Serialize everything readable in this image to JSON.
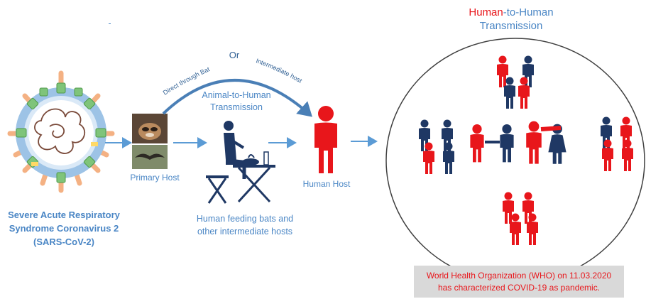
{
  "virus": {
    "line1": "Severe Acute Respiratory",
    "line2": "Syndrome Coronavirus 2",
    "line3": "(SARS-CoV-2)"
  },
  "primary_host": {
    "label": "Primary Host"
  },
  "route": {
    "direct": "Direct through Bat",
    "or": "Or",
    "intermediate": "Intermediate host"
  },
  "animal_to_human": {
    "line1": "Animal-to-Human",
    "line2": "Transmission"
  },
  "feeding": {
    "line1": "Human feeding bats and",
    "line2": "other intermediate hosts"
  },
  "human_host": {
    "label": "Human Host"
  },
  "human_to_human": {
    "word1": "Human",
    "rest": "-to-Human",
    "line2": "Transmission"
  },
  "who_note": {
    "line1": "World Health Organization (WHO) on 11.03.2020",
    "line2": "has characterized COVID-19 as pandemic."
  },
  "colors": {
    "text_blue": "#4a86c5",
    "arrow_blue": "#5b9bd5",
    "human_red": "#e8161b",
    "human_navy": "#1f3864",
    "virus_ring": "#9dc3e6",
    "spike_green": "#7fc47a",
    "ray_peach": "#f4b183"
  }
}
